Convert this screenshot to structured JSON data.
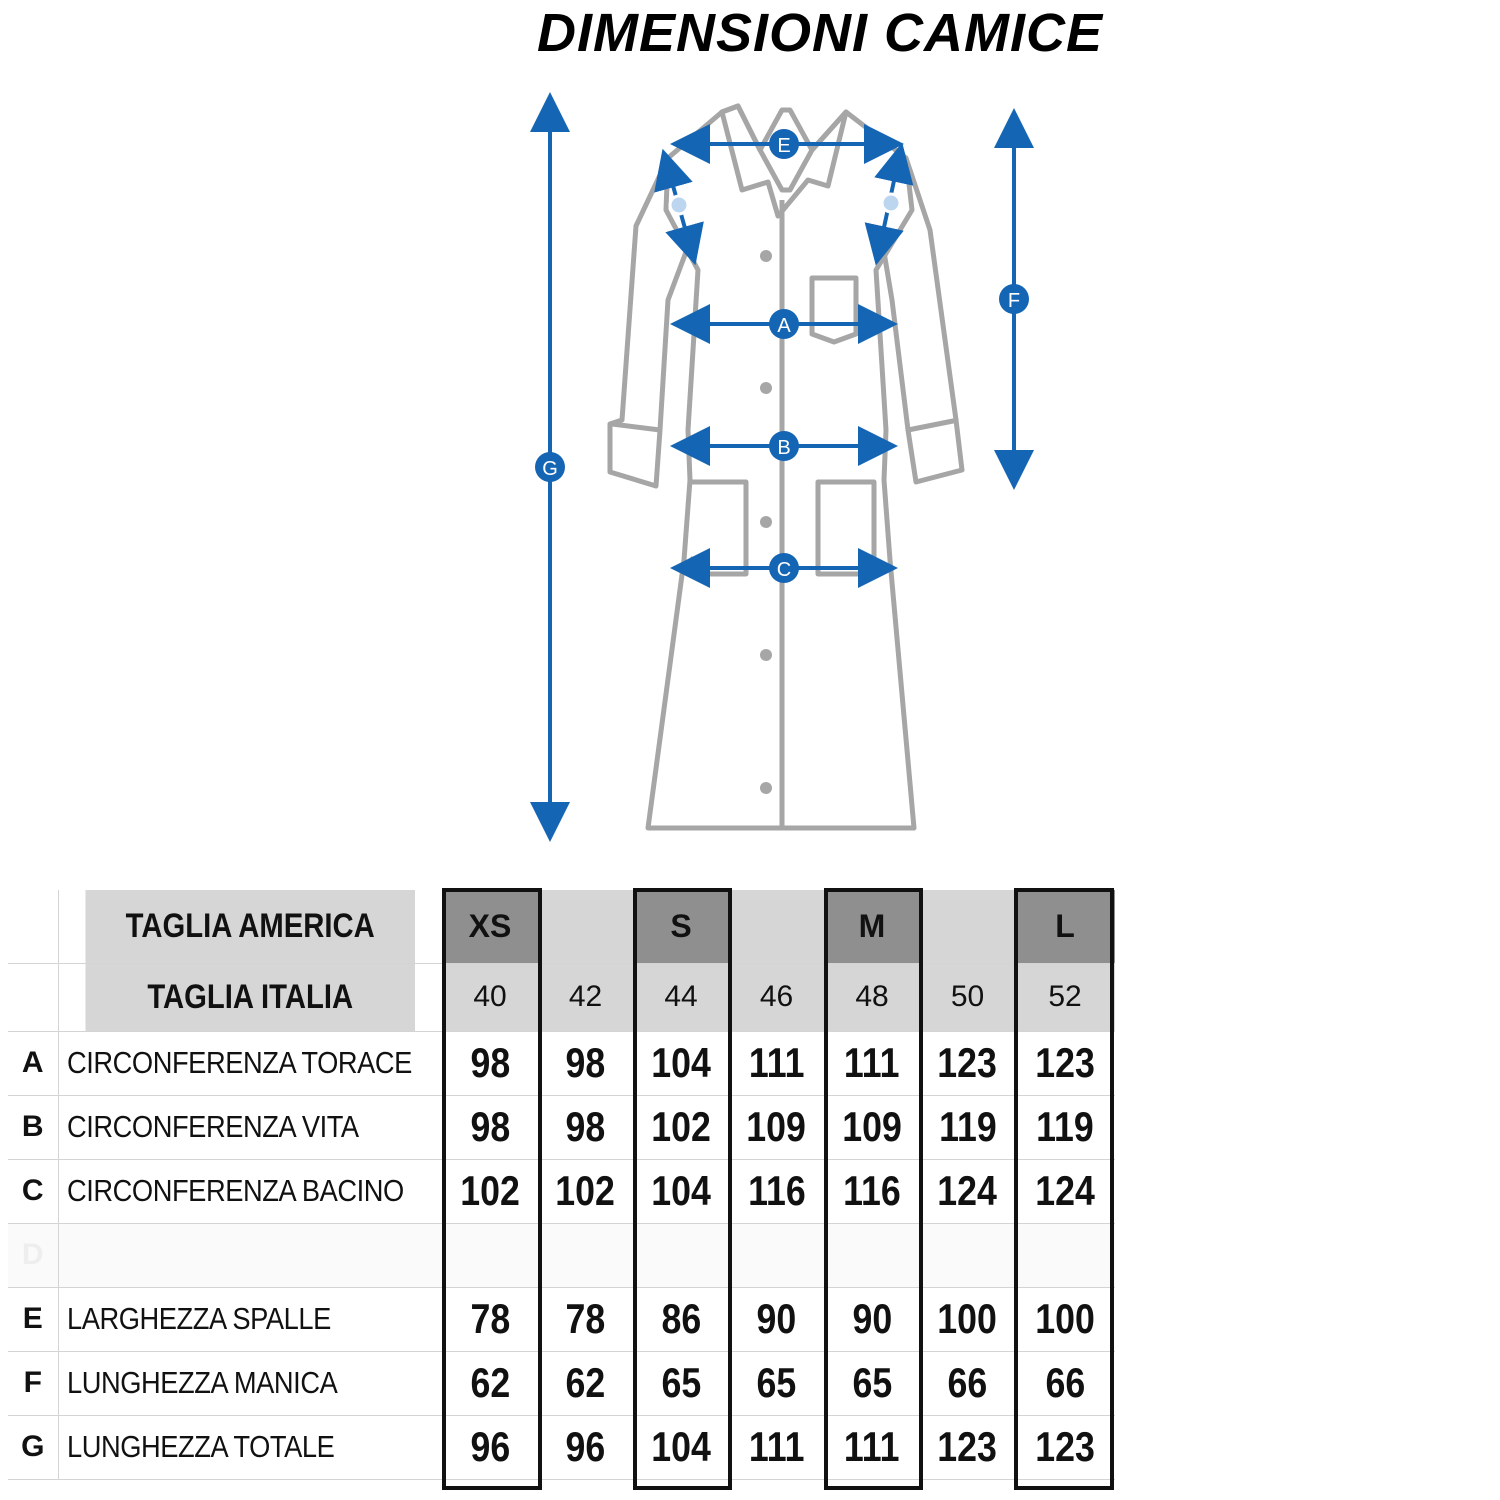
{
  "title": "DIMENSIONI CAMICE",
  "diagram": {
    "markers": [
      "E",
      "A",
      "B",
      "C",
      "F",
      "G"
    ]
  },
  "table": {
    "header_us_label": "TAGLIA AMERICA",
    "header_it_label": "TAGLIA ITALIA",
    "us_sizes": [
      "XS",
      "",
      "S",
      "",
      "M",
      "",
      "L"
    ],
    "it_sizes": [
      "40",
      "42",
      "44",
      "46",
      "48",
      "50",
      "52"
    ],
    "rows": [
      {
        "letter": "A",
        "name": "CIRCONFERENZA TORACE",
        "values": [
          "98",
          "98",
          "104",
          "111",
          "111",
          "123",
          "123"
        ]
      },
      {
        "letter": "B",
        "name": "CIRCONFERENZA VITA",
        "values": [
          "98",
          "98",
          "102",
          "109",
          "109",
          "119",
          "119"
        ]
      },
      {
        "letter": "C",
        "name": "CIRCONFERENZA BACINO",
        "values": [
          "102",
          "102",
          "104",
          "116",
          "116",
          "124",
          "124"
        ]
      },
      {
        "letter": "D",
        "name": "",
        "values": [
          "",
          "",
          "",
          "",
          "",
          "",
          ""
        ]
      },
      {
        "letter": "E",
        "name": "LARGHEZZA SPALLE",
        "values": [
          "78",
          "78",
          "86",
          "90",
          "90",
          "100",
          "100"
        ]
      },
      {
        "letter": "F",
        "name": "LUNGHEZZA MANICA",
        "values": [
          "62",
          "62",
          "65",
          "65",
          "65",
          "66",
          "66"
        ]
      },
      {
        "letter": "G",
        "name": "LUNGHEZZA TOTALE",
        "values": [
          "96",
          "96",
          "104",
          "111",
          "111",
          "123",
          "123"
        ]
      }
    ]
  },
  "colors": {
    "accent_blue": "#1565b5",
    "outline_gray": "#a6a6a6",
    "header_gray": "#d6d6d6",
    "header_dark": "#8f8f8f"
  }
}
